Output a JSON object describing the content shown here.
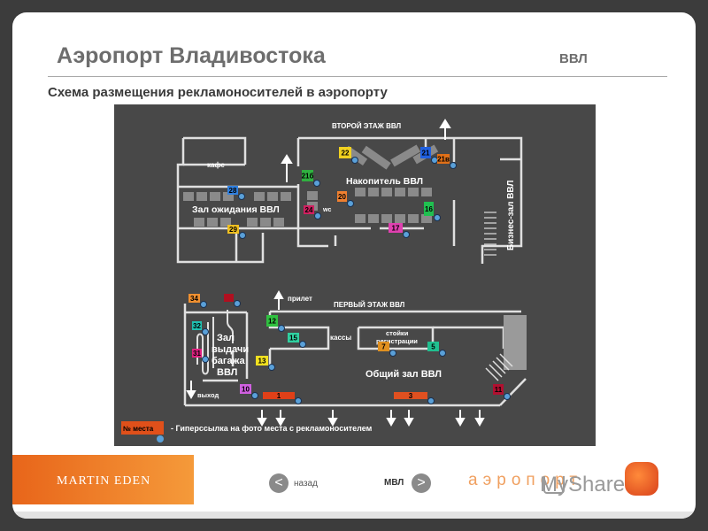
{
  "header": {
    "title": "Аэропорт Владивостока",
    "code": "ВВЛ",
    "subtitle": "Схема размещения рекламоносителей в аэропорту"
  },
  "plan": {
    "upper_floor_title": "ВТОРОЙ ЭТАЖ ВВЛ",
    "lower_floor_title": "ПЕРВЫЙ ЭТАЖ ВВЛ",
    "rooms": {
      "cafe": "кафе",
      "waiting_hall": "Зал ожидания ВВЛ",
      "accumulator": "Накопитель ВВЛ",
      "wc": "wc",
      "business_hall": "Бизнес-зал ВВЛ",
      "arrival": "прилет",
      "cashier": "кассы",
      "checkin_line1": "стойки",
      "checkin_line2": "регистрации",
      "baggage_line1": "Зал",
      "baggage_line2": "выдачи",
      "baggage_line3": "багажа",
      "baggage_line4": "ВВЛ",
      "exit": "выход",
      "general_hall": "Общий зал ВВЛ"
    },
    "markers": [
      {
        "label": "22",
        "color": "#f0d020"
      },
      {
        "label": "21",
        "color": "#2060e0"
      },
      {
        "label": "21в",
        "color": "#e07018"
      },
      {
        "label": "21б",
        "color": "#30b040"
      },
      {
        "label": "20",
        "color": "#f08030"
      },
      {
        "label": "28",
        "color": "#3080e0"
      },
      {
        "label": "24",
        "color": "#d02060"
      },
      {
        "label": "16",
        "color": "#20c050"
      },
      {
        "label": "17",
        "color": "#e040b0"
      },
      {
        "label": "29",
        "color": "#f0c020"
      },
      {
        "label": "34",
        "color": "#f09030"
      },
      {
        "label": "",
        "color": "#b01020"
      },
      {
        "label": "12",
        "color": "#30c040"
      },
      {
        "label": "32",
        "color": "#20c0b0"
      },
      {
        "label": "15",
        "color": "#30d0a0"
      },
      {
        "label": "31",
        "color": "#e02080"
      },
      {
        "label": "13",
        "color": "#f0e020"
      },
      {
        "label": "7",
        "color": "#e09020"
      },
      {
        "label": "5",
        "color": "#20c090"
      },
      {
        "label": "10",
        "color": "#d060e0"
      },
      {
        "label": "1",
        "color": "#e04018"
      },
      {
        "label": "3",
        "color": "#e05020"
      },
      {
        "label": "11",
        "color": "#b01030"
      }
    ],
    "legend_badge": "№ места",
    "legend_text": "- Гиперссылка на фото места с рекламоносителем"
  },
  "footer": {
    "logo_text": "MARTIN EDEN",
    "back_label": "назад",
    "next_label": "МВЛ",
    "back_arrow": "<",
    "next_arrow": ">",
    "brand_word": "аэропорт",
    "watermark": "MyShared"
  }
}
